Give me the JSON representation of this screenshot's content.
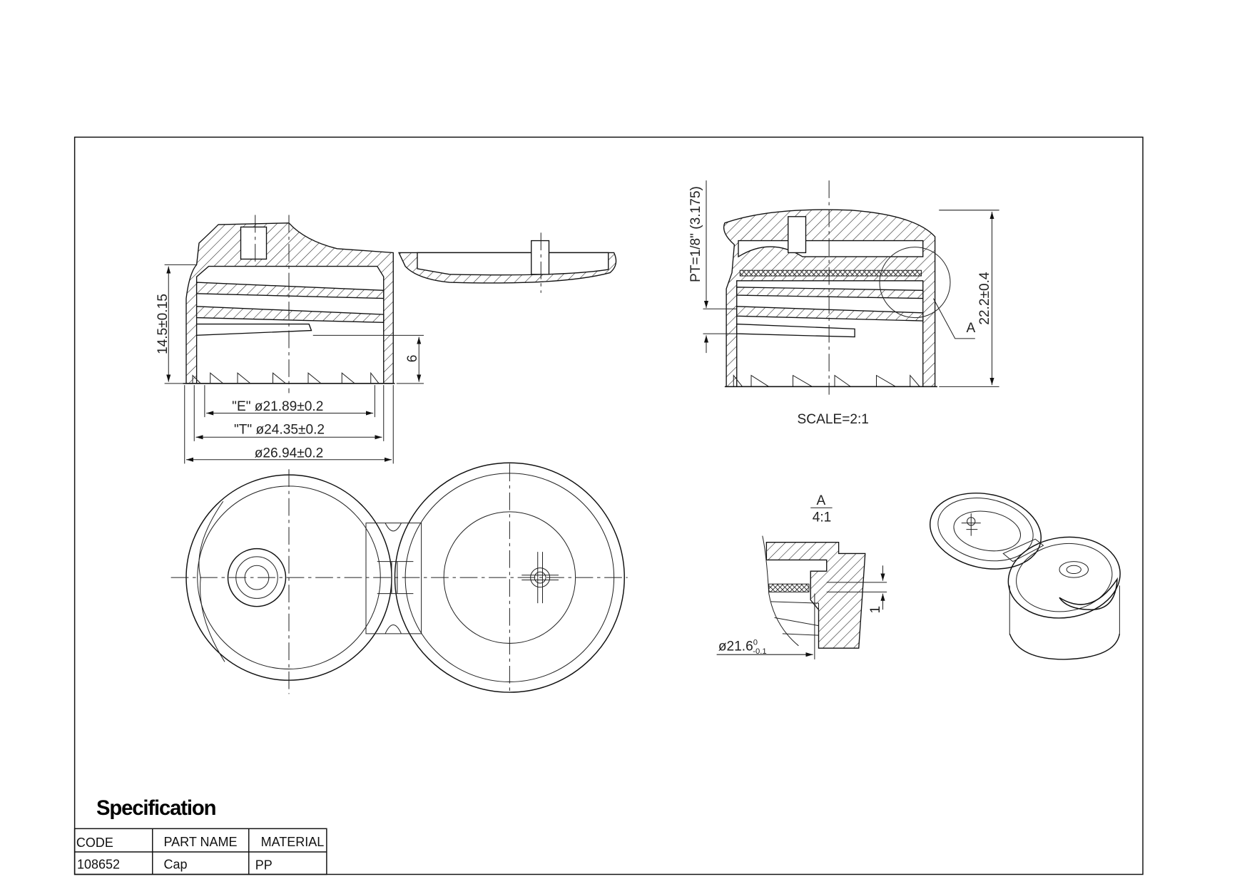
{
  "section_view": {
    "height_dim": "14.5±0.15",
    "thread_dim": "6",
    "e_dim": "\"E\" ø21.89±0.2",
    "t_dim": "\"T\" ø24.35±0.2",
    "od_dim": "ø26.94±0.2"
  },
  "scaled_view": {
    "pitch_dim": "PT=1/8\" (3.175)",
    "height_dim": "22.2±0.4",
    "detail_callout": "A",
    "scale_label": "SCALE=2:1"
  },
  "detail_view": {
    "label": "A",
    "scale": "4:1",
    "diameter_dim": "ø21.6",
    "tol_upper": "0",
    "tol_lower": "-0.1",
    "gap_dim": "1"
  },
  "specification": {
    "title": "Specification",
    "headers": [
      "CODE",
      "PART NAME",
      "MATERIAL"
    ],
    "rows": [
      [
        "108652",
        "Cap",
        "PP"
      ]
    ]
  }
}
